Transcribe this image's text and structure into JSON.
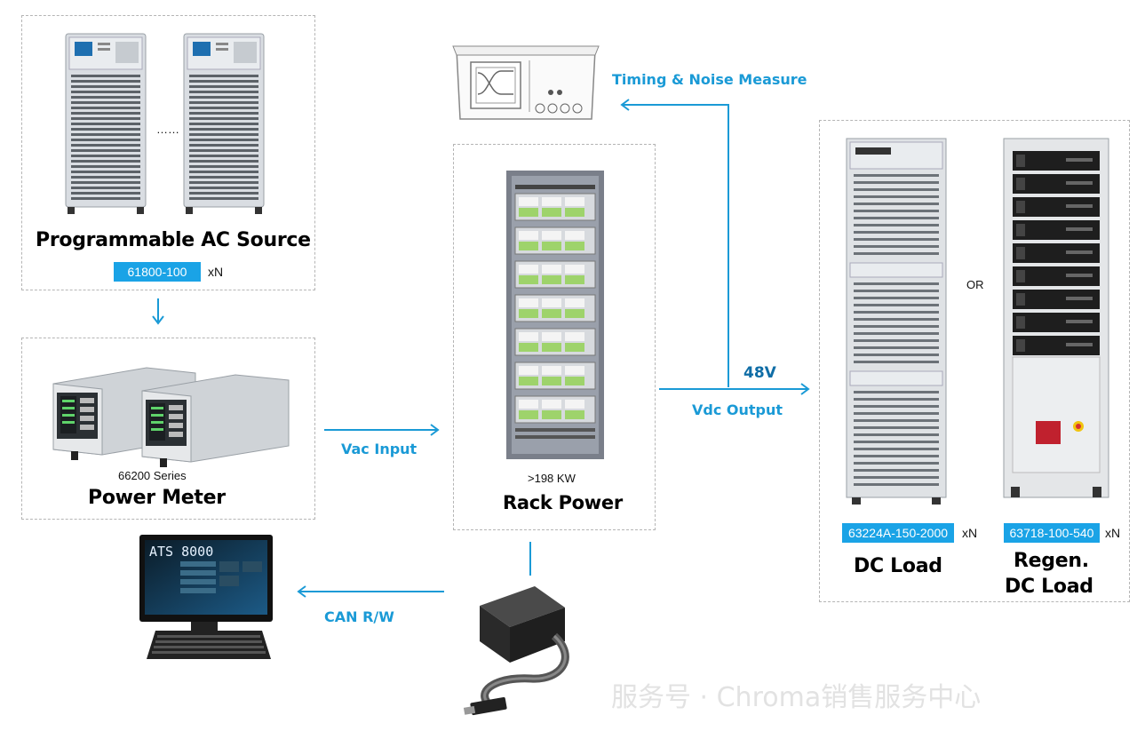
{
  "ac_source": {
    "title": "Programmable AC Source",
    "model": "61800-100",
    "qty": "xN",
    "dots": "……"
  },
  "power_meter": {
    "series": "66200 Series",
    "title": "Power Meter"
  },
  "rack_power": {
    "spec": ">198 KW",
    "title": "Rack Power"
  },
  "timing": {
    "label": "Timing & Noise Measure"
  },
  "arrows": {
    "vac_input": "Vac Input",
    "voltage": "48V",
    "vdc_output": "Vdc Output",
    "can": "CAN R/W"
  },
  "dc_load": {
    "model": "63224A-150-2000",
    "qty": "xN",
    "title": "DC Load",
    "or": "OR"
  },
  "regen_load": {
    "model": "63718-100-540",
    "qty": "xN",
    "title_line1": "Regen.",
    "title_line2": "DC Load"
  },
  "computer": {
    "screen_text": "ATS 8000"
  },
  "watermark": {
    "text": "服务号 · Chroma销售服务中心"
  },
  "colors": {
    "accent": "#1aa3e6",
    "arrow": "#1a9ad6",
    "dashed_border": "#b5b5b5"
  }
}
